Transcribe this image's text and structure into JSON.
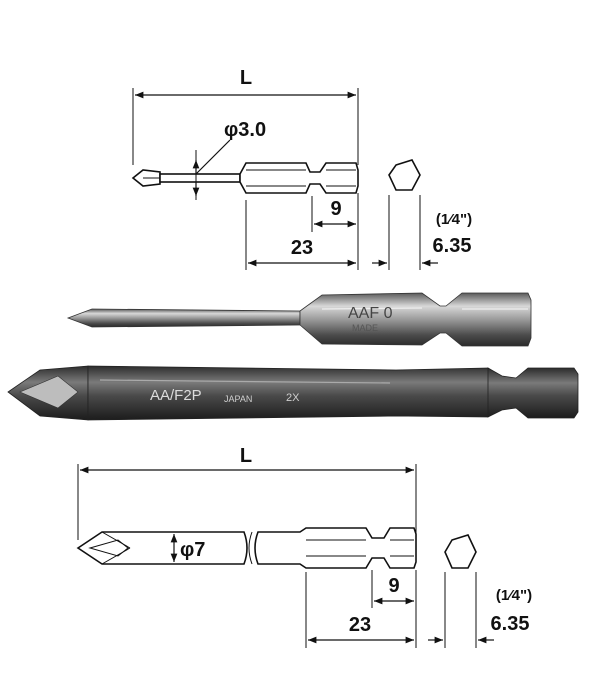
{
  "top_drawing": {
    "length_label": "L",
    "tip_diameter_label": "φ3.0",
    "hex_section_label": "9",
    "shank_label": "23",
    "fraction_label": "(1⁄4\")",
    "hex_size_label": "6.35"
  },
  "photo_small_bit": {
    "marking_text": "AAF 0",
    "marking_sub": "MADE"
  },
  "photo_large_bit": {
    "marking_text": "AA/F2P",
    "marking_sub": "JAPAN",
    "marking_code": "2X"
  },
  "bottom_drawing": {
    "length_label": "L",
    "tip_diameter_label": "φ7",
    "hex_section_label": "9",
    "shank_label": "23",
    "fraction_label": "(1⁄4\")",
    "hex_size_label": "6.35"
  },
  "colors": {
    "line": "#111111",
    "metal_dark": "#3b3b3b",
    "metal_mid": "#8a8a8a",
    "metal_light": "#d4d4d4"
  }
}
